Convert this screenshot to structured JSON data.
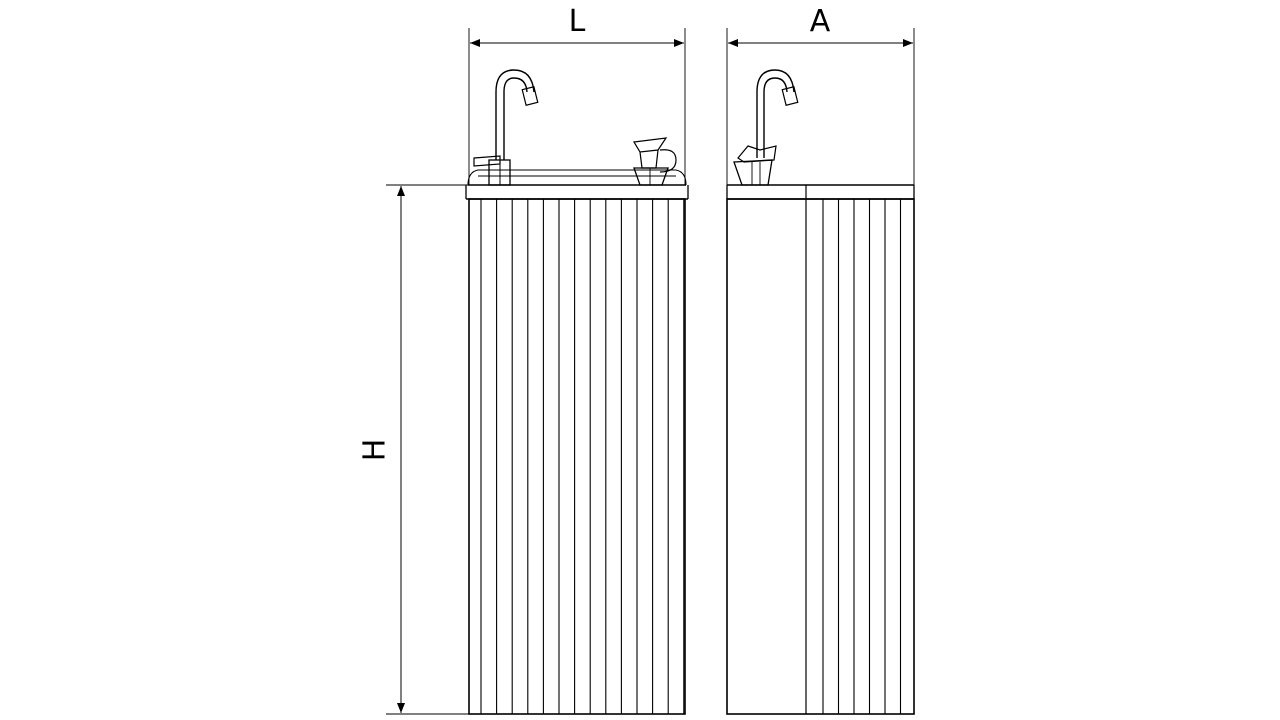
{
  "dimensions": {
    "length_label": "L",
    "depth_label": "A",
    "height_label": "H"
  },
  "colors": {
    "line": "#000000",
    "background": "#ffffff"
  }
}
